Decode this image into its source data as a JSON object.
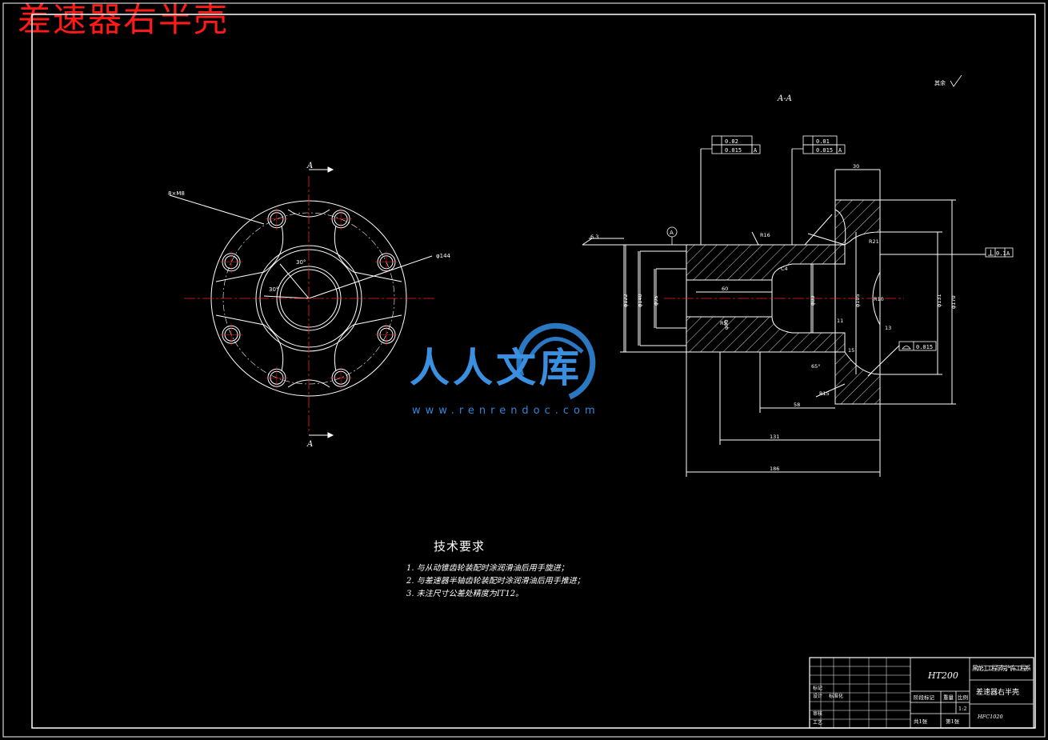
{
  "title": "差速器右半壳",
  "section_label": "A-A",
  "cut_labels": [
    "A",
    "A"
  ],
  "roughness_note": "其余",
  "plan_dims": {
    "holes": "8×M8",
    "outer_dia": "φ144",
    "angle1": "30°",
    "angle2": "30°"
  },
  "section_dims": {
    "d170": "φ170",
    "d140": "φ140",
    "d131": "φ131",
    "d122": "φ122",
    "d105": "φ105",
    "d95": "φ95",
    "d90": "φ90",
    "d80": "φ80",
    "l30": "30",
    "l60": "60",
    "l58": "58",
    "l131": "131",
    "l186": "186",
    "l11": "11",
    "r10": "R10",
    "r15": "R15",
    "r5": "R5",
    "c4": "C4",
    "ang65": "65°",
    "dd": "6.3",
    "r16": "R16",
    "datum": "A",
    "t13": "13",
    "t15": "15",
    "r21": "R21"
  },
  "tolerances": {
    "left_top": "0.02",
    "left_bottom": "0.015",
    "left_datum": "A",
    "right_top": "0.01",
    "right_bottom": "0.015",
    "right_datum": "A",
    "perp_value": "0.1",
    "perp_datum": "A",
    "profile_value": "0.015"
  },
  "tech_req": {
    "heading": "技术要求",
    "items": [
      "1. 与从动锥齿轮装配时涂润滑油后用手旋进；",
      "2. 与差速器半轴齿轮装配时涂润滑油后用手推进；",
      "3. 未注尺寸公差处精度为IT12。"
    ]
  },
  "title_block": {
    "material": "HT200",
    "school": "黑龙江工程学院汽车工程系",
    "part_name": "差速器右半壳",
    "stage_label": "阶段标记",
    "weight_label": "重量",
    "scale_label": "比例",
    "scale_value": "1:2",
    "count_label": "共1张",
    "sheet_label": "第1张",
    "design_label": "设计",
    "check_label": "审核",
    "process_label": "工艺",
    "marks_label": "标记",
    "std_label": "标准化",
    "drawing_no": "HFC1020"
  },
  "watermark": {
    "word": "人人文库",
    "url": "www.renrendoc.com"
  },
  "colors": {
    "background": "#000000",
    "lines": "#ffffff",
    "center": "#ff2020",
    "title": "#ff1a1a",
    "watermark": "#2f86d8"
  }
}
